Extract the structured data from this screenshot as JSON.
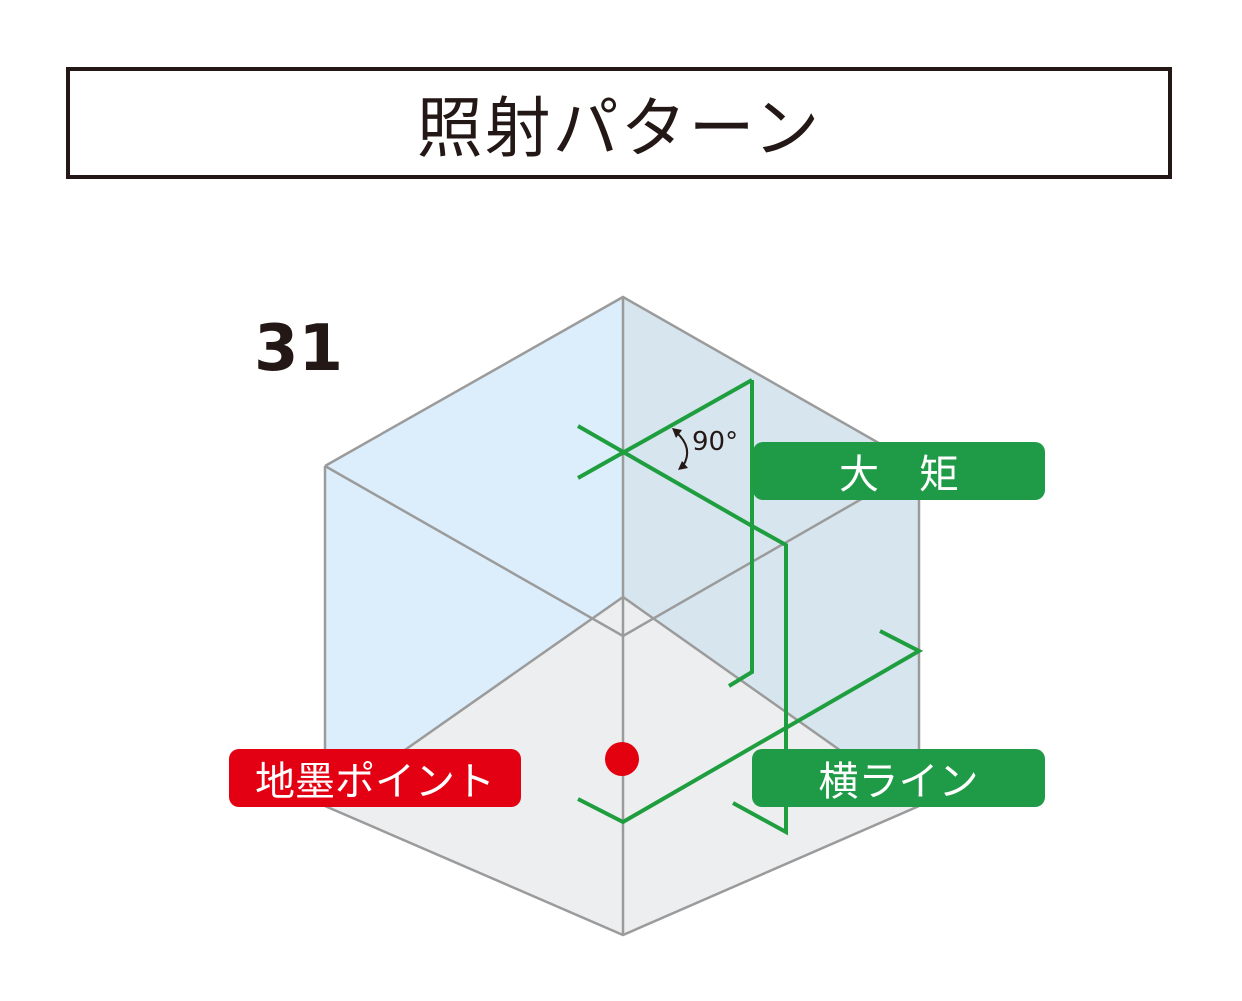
{
  "title": "照射パターン",
  "model_number": "31",
  "angle_label": "90°",
  "labels": {
    "vertical_lines": "大　矩",
    "horizontal_line": "横ライン",
    "ground_point": "地墨ポイント"
  },
  "colors": {
    "laser_green": "#1E9E3E",
    "label_green": "#1F9A47",
    "label_red": "#E30012",
    "point_red": "#E3000F",
    "left_wall": "#DCEEFB",
    "right_wall": "#D7E5EE",
    "floor": "#EDEEEF",
    "edge": "#9B9B9B"
  }
}
